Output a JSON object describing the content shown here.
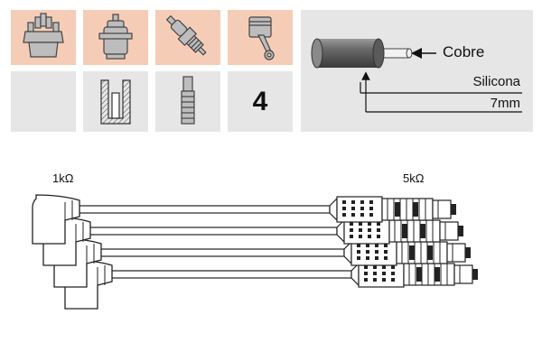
{
  "colors": {
    "tile_highlight": "#f5cdb6",
    "tile_neutral": "#e6e6e6",
    "spec_panel": "#e6e6e6",
    "line": "#222222"
  },
  "tiles": {
    "row1": [
      {
        "icon": "distributor-cap-icon"
      },
      {
        "icon": "ignition-coil-icon"
      },
      {
        "icon": "spark-plug-icon"
      },
      {
        "icon": "piston-icon"
      }
    ],
    "row2": [
      {
        "icon": ""
      },
      {
        "icon": "boot-cross-section-icon"
      },
      {
        "icon": "plug-boot-icon"
      },
      {
        "count": "4"
      }
    ]
  },
  "spec": {
    "conductor": "Cobre",
    "insulation": "Silicona",
    "diameter": "7mm"
  },
  "harness": {
    "resistance_left": "1kΩ",
    "resistance_right": "5kΩ",
    "cable_count": 4
  }
}
